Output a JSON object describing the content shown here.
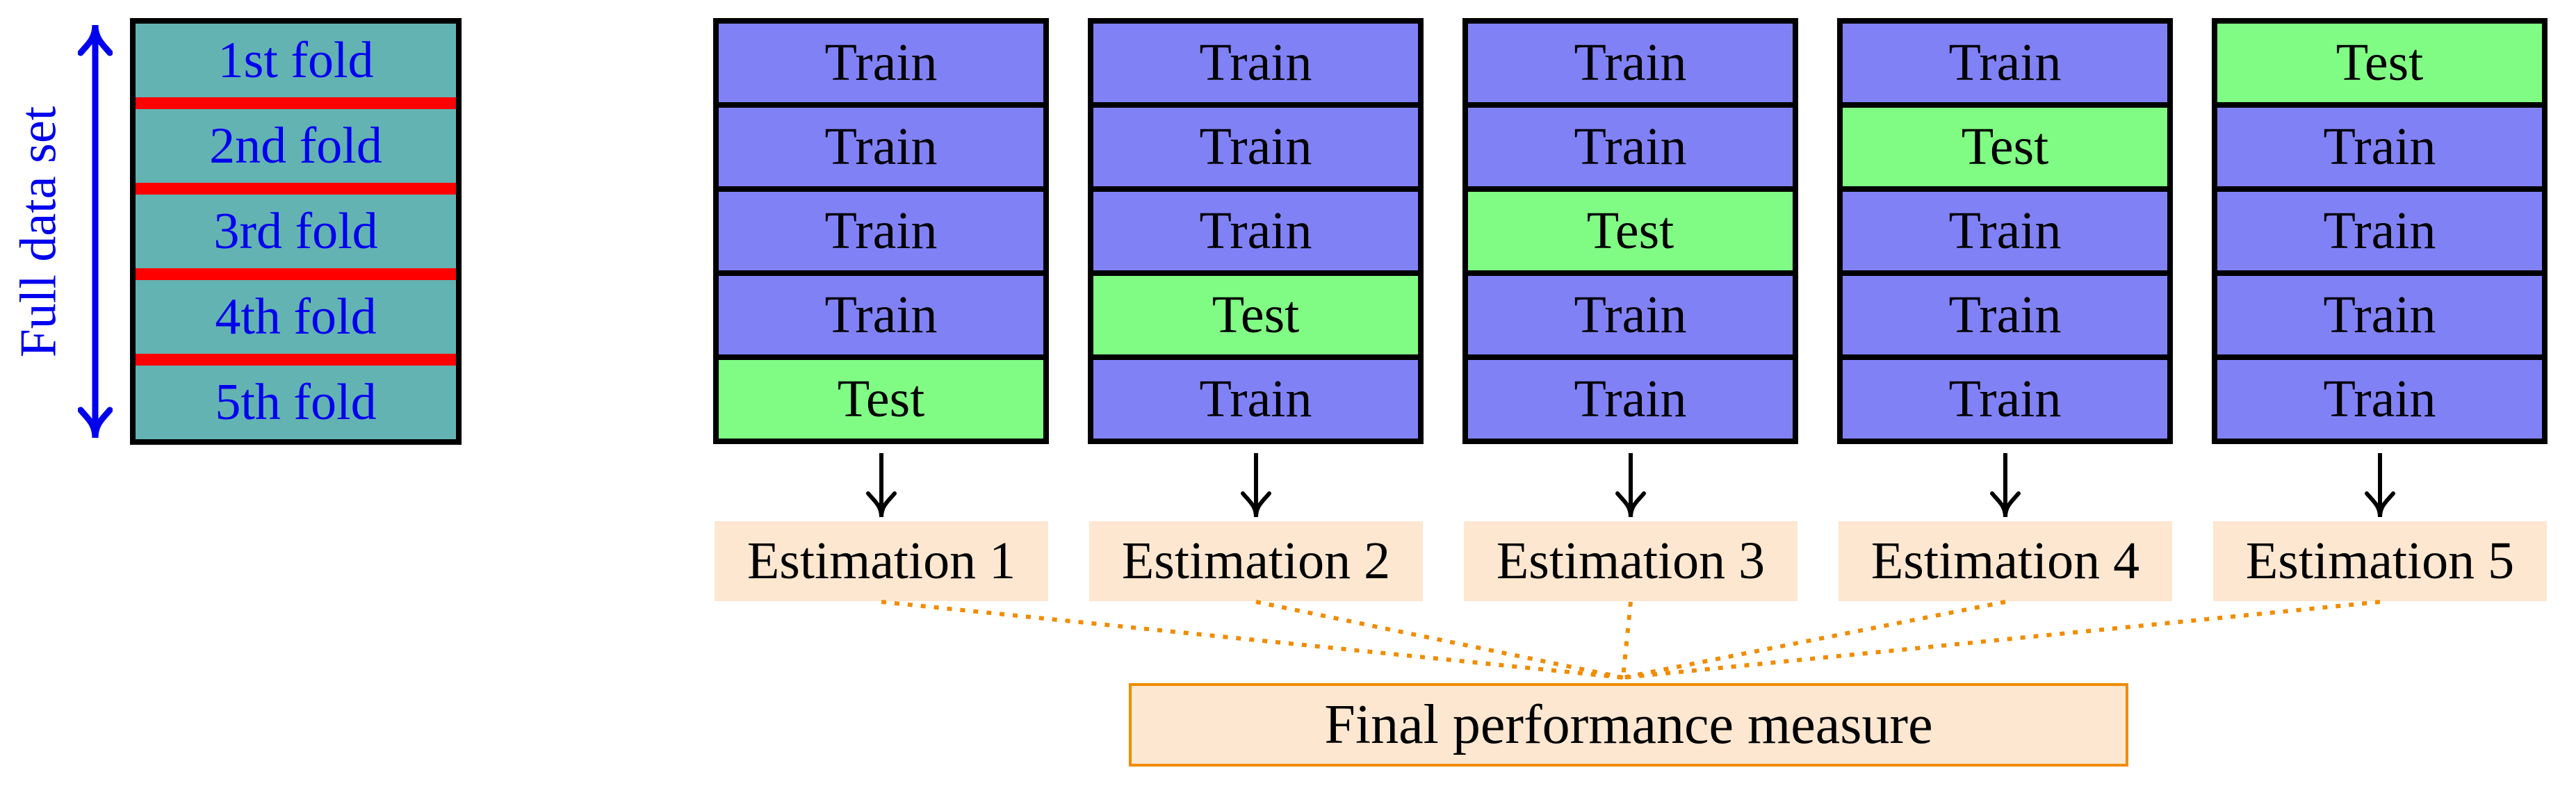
{
  "diagram": {
    "dataset": {
      "axis_label": "Full data set",
      "folds": [
        "1st fold",
        "2nd fold",
        "3rd fold",
        "4th fold",
        "5th fold"
      ]
    },
    "iterations": [
      {
        "estimation": "Estimation 1",
        "cells": [
          {
            "label": "Train",
            "type": "train"
          },
          {
            "label": "Train",
            "type": "train"
          },
          {
            "label": "Train",
            "type": "train"
          },
          {
            "label": "Train",
            "type": "train"
          },
          {
            "label": "Test",
            "type": "test"
          }
        ]
      },
      {
        "estimation": "Estimation 2",
        "cells": [
          {
            "label": "Train",
            "type": "train"
          },
          {
            "label": "Train",
            "type": "train"
          },
          {
            "label": "Train",
            "type": "train"
          },
          {
            "label": "Test",
            "type": "test"
          },
          {
            "label": "Train",
            "type": "train"
          }
        ]
      },
      {
        "estimation": "Estimation 3",
        "cells": [
          {
            "label": "Train",
            "type": "train"
          },
          {
            "label": "Train",
            "type": "train"
          },
          {
            "label": "Test",
            "type": "test"
          },
          {
            "label": "Train",
            "type": "train"
          },
          {
            "label": "Train",
            "type": "train"
          }
        ]
      },
      {
        "estimation": "Estimation 4",
        "cells": [
          {
            "label": "Train",
            "type": "train"
          },
          {
            "label": "Test",
            "type": "test"
          },
          {
            "label": "Train",
            "type": "train"
          },
          {
            "label": "Train",
            "type": "train"
          },
          {
            "label": "Train",
            "type": "train"
          }
        ]
      },
      {
        "estimation": "Estimation 5",
        "cells": [
          {
            "label": "Test",
            "type": "test"
          },
          {
            "label": "Train",
            "type": "train"
          },
          {
            "label": "Train",
            "type": "train"
          },
          {
            "label": "Train",
            "type": "train"
          },
          {
            "label": "Train",
            "type": "train"
          }
        ]
      }
    ],
    "final_label": "Final performance measure",
    "colors": {
      "train_fill": "#8181f6",
      "test_fill": "#80fb84",
      "fold_fill": "#63b3b3",
      "fold_divider": "#ff0000",
      "dataset_text": "#0000ee",
      "estimation_bg": "#fde7d0",
      "accent_orange": "#f08c00",
      "outline": "#000000"
    }
  }
}
